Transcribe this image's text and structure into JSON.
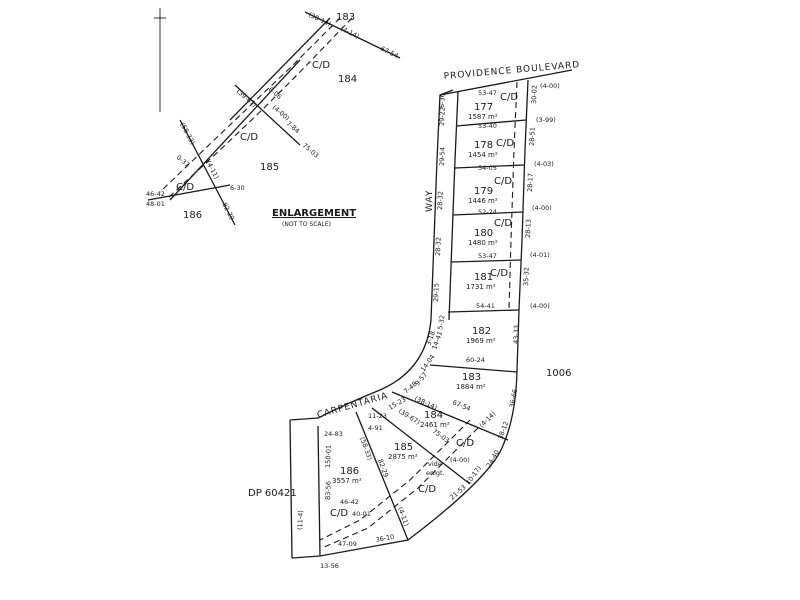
{
  "roads": {
    "providence": "PROVIDENCE  BOULEVARD",
    "way": "WAY",
    "carpentaria": "CARPENTARIA"
  },
  "enlargement": {
    "title": "ENLARGEMENT",
    "note": "(NOT TO SCALE)",
    "lots": [
      "183",
      "184",
      "185",
      "186"
    ],
    "cd": [
      "C/D",
      "C/D",
      "C/D"
    ],
    "dims": [
      "(38-14)",
      "(4-14)",
      "67-54",
      "(39-67)",
      "6-06",
      "(4-00)",
      "7-84",
      "75-03",
      "(58-33)",
      "0-37",
      "(4-11)",
      "6-30",
      "46-42",
      "48-01",
      "82-29"
    ]
  },
  "labels": {
    "lot_1006": "1006",
    "dp": "DP 60421",
    "vide": "vide",
    "enlgt": "enlgt."
  },
  "lots": [
    {
      "number": "177",
      "area": "1587 m²"
    },
    {
      "number": "178",
      "area": "1454 m²"
    },
    {
      "number": "179",
      "area": "1446 m²"
    },
    {
      "number": "180",
      "area": "1480 m²"
    },
    {
      "number": "181",
      "area": "1731 m²"
    },
    {
      "number": "182",
      "area": "1969 m²"
    },
    {
      "number": "183",
      "area": "1884 m²"
    },
    {
      "number": "184",
      "area": "2461 m²"
    },
    {
      "number": "185",
      "area": "2875 m²"
    },
    {
      "number": "186",
      "area": "3557 m²"
    }
  ],
  "cd_label": "C/D",
  "frontages": [
    "53-47",
    "53-40",
    "54-05",
    "52-24",
    "53-47",
    "54-41",
    "60-24",
    "67-54"
  ],
  "front_side": [
    "6-36",
    "29-22",
    "29-54",
    "28-32",
    "28-32",
    "29-15",
    "5-32",
    "14-41",
    "3-18",
    "14-04",
    "9-57",
    "7-48",
    "15-23",
    "11-23",
    "4-91",
    "24-83"
  ],
  "rear_side": [
    "(4-00)",
    "30-02",
    "(3-99)",
    "28-51",
    "(4-03)",
    "28-17",
    "(4-00)",
    "28-13",
    "(4-01)",
    "35-32",
    "(4-00)",
    "43-33",
    "36-66",
    "(4-14)",
    "38-12",
    "(4-00)",
    "24-40",
    "(0-17)",
    "21-53",
    "36-10",
    "47-09",
    "13-56",
    "40-01",
    "46-42",
    "83-56",
    "(11-4)",
    "150-01"
  ],
  "internal": [
    "(38-14)",
    "(39-67)",
    "75-03",
    "(58-33)",
    "82-29",
    "(4-11)"
  ]
}
